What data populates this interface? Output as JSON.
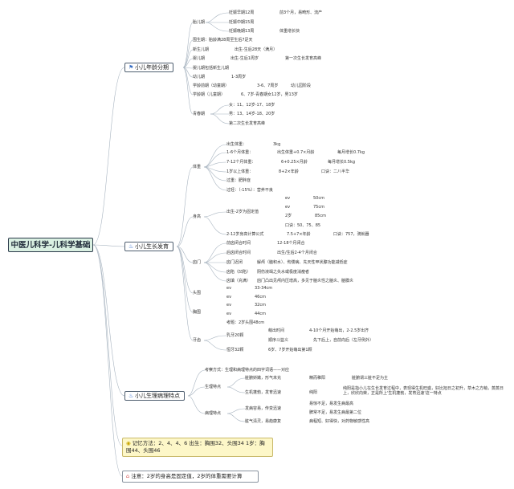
{
  "root": {
    "title": "中医儿科学-儿科学基础"
  },
  "branches": [
    {
      "label": "小儿年龄分期",
      "icon": "flag-icon"
    },
    {
      "label": "小儿生长发育",
      "icon": "fire-icon"
    },
    {
      "label": "小儿生理病理特点",
      "icon": "fire-icon"
    }
  ],
  "notes": {
    "memory": "记忆方法：2、4、4、6 出生：胸围32、头围34 1岁：胸围44、头围46",
    "warning": "注意：2岁的身高是固定值，2岁的体重需要计算"
  },
  "age_stages": {
    "fetal": "胎儿期",
    "fetal_early": "妊娠早期12周",
    "fetal_early_note": "前3个月，易畸形、流产",
    "fetal_mid": "妊娠中期15周",
    "fetal_late": "妊娠晚期13周",
    "fetal_late_note": "体重增长快",
    "perinatal": "围生期：胎龄满28周至生后7足天",
    "neonatal": "新生儿期",
    "neonatal_note": "出生-生后28天（满月）",
    "infant": "婴儿期",
    "infant_note": "出生-生后1周岁",
    "infant_note2": "第一次生长发育高峰",
    "infant_incl": "婴儿期包括新生儿期",
    "toddler": "幼儿期",
    "toddler_note": "1-3周岁",
    "preschool": "学龄前期（幼童期）",
    "preschool_age": "3-6、7周岁",
    "preschool_note": "幼儿园阶段",
    "school": "学龄期（儿童期）",
    "school_note": "6、7岁-青春期女12岁，男13岁",
    "puberty": "青春期",
    "puberty_f": "女：11、12岁-17、18岁",
    "puberty_m": "男：13、14岁-18、20岁",
    "puberty_note": "第二次生长发育高峰"
  },
  "growth": {
    "weight": "体重",
    "birth_weight": "出生体重：",
    "birth_weight_val": "3kg",
    "w_1_6": "1-6个月体重：",
    "w_1_6_formula": "出生体重+0.7×月龄",
    "w_1_6_gain": "每月增长0.7kg",
    "w_7_12": "7-12个月体重：",
    "w_7_12_formula": "6+0.25×月龄",
    "w_7_12_gain": "每月增长0.5kg",
    "w_1y": "1岁以上体重：",
    "w_1y_formula": "8+2×年龄",
    "w_1y_mnemonic": "口诀：二八半华",
    "overweight": "过重：肥胖症",
    "light": "过轻：（-15%）：营养不良",
    "height": "身高",
    "h_fixed": "出生-2岁为固定值",
    "h_birth_label": "ev",
    "h_birth": "50cm",
    "h_1y_label": "ev",
    "h_1y": "75cm",
    "h_2y_label": "2岁",
    "h_2y": "85cm",
    "h_mnemonic": "口诀：50、75、85",
    "h_formula_label": "2-12岁身高计算公式",
    "h_formula": "7.5+7×年龄",
    "h_formula_mnemonic": "口诀：757，骑就器",
    "fontanel": "囟门",
    "fontanel_close": "前囟闭合时间",
    "fontanel_close_val": "12-18个月闭合",
    "fontanel_back": "后囟闭合时间",
    "fontanel_back_val": "出生/生后2-4个月闭合",
    "fontanel_late": "囟门迟闭",
    "fontanel_late_val": "解颅（脑积水）、佝偻病、先天性甲状腺功能减低症",
    "fontanel_sunken": "囟陷（凹陷）",
    "fontanel_sunken_val": "阴伤液竭之失水或极度消瘦者",
    "fontanel_bulge": "囟填（充满）",
    "fontanel_bulge_val": "囟门凸出见颅内压增高，多见于脑炎性之脑炎、脑膜炎",
    "head": "头围",
    "head_v1_label": "ev",
    "head_v1": "33-34cm",
    "head_v2_label": "ev",
    "head_v2": "46cm",
    "head_v3_label": "ev",
    "head_v3": "32cm",
    "chest": "胸围",
    "chest_v1_label": "ev",
    "chest_v1": "44cm",
    "chest_note": "考题：2岁头围48cm",
    "teeth": "牙齿",
    "teeth_baby": "乳牙20颗",
    "teeth_time": "萌出时间",
    "teeth_time_val": "4-10个月开始萌出，2-2.5岁出齐",
    "teeth_order": "顺序斗篮义",
    "teeth_order_val": "先下后上，自前向后（左牙例外）",
    "teeth_perm": "恒牙32颗",
    "teeth_perm_val": "6岁、7岁开始萌出第1颗"
  },
  "physiology": {
    "exam": "考察方式：生理和病理特点的四字词语——对应",
    "physio": "生理特点",
    "p1": "脏腑娇嫩，形气未充",
    "p1_note": "精而稚阳",
    "p1_note2": "脏腑谓三脏不足为主",
    "p2": "生机蓬勃，发育迅速",
    "p2_note": "纯阳",
    "p2_note2": "纯阳是指小儿在生长发育过程中，表现得生机旺盛，好比旭日之初升，草木之方萌，蒸蒸日上，欣欣向荣，正是所上'生机蓬勃，发育迅速'这一特点",
    "patho": "病理特点",
    "q1": "发病容易，传变迅速",
    "q1_a": "易惊不足，易发生病最高",
    "q1_b": "脾常不足，易发生病最第二位",
    "q2": "脏气清灵，易趋康复",
    "q2_note": "病程短、好得快，对药物敏感性高"
  }
}
